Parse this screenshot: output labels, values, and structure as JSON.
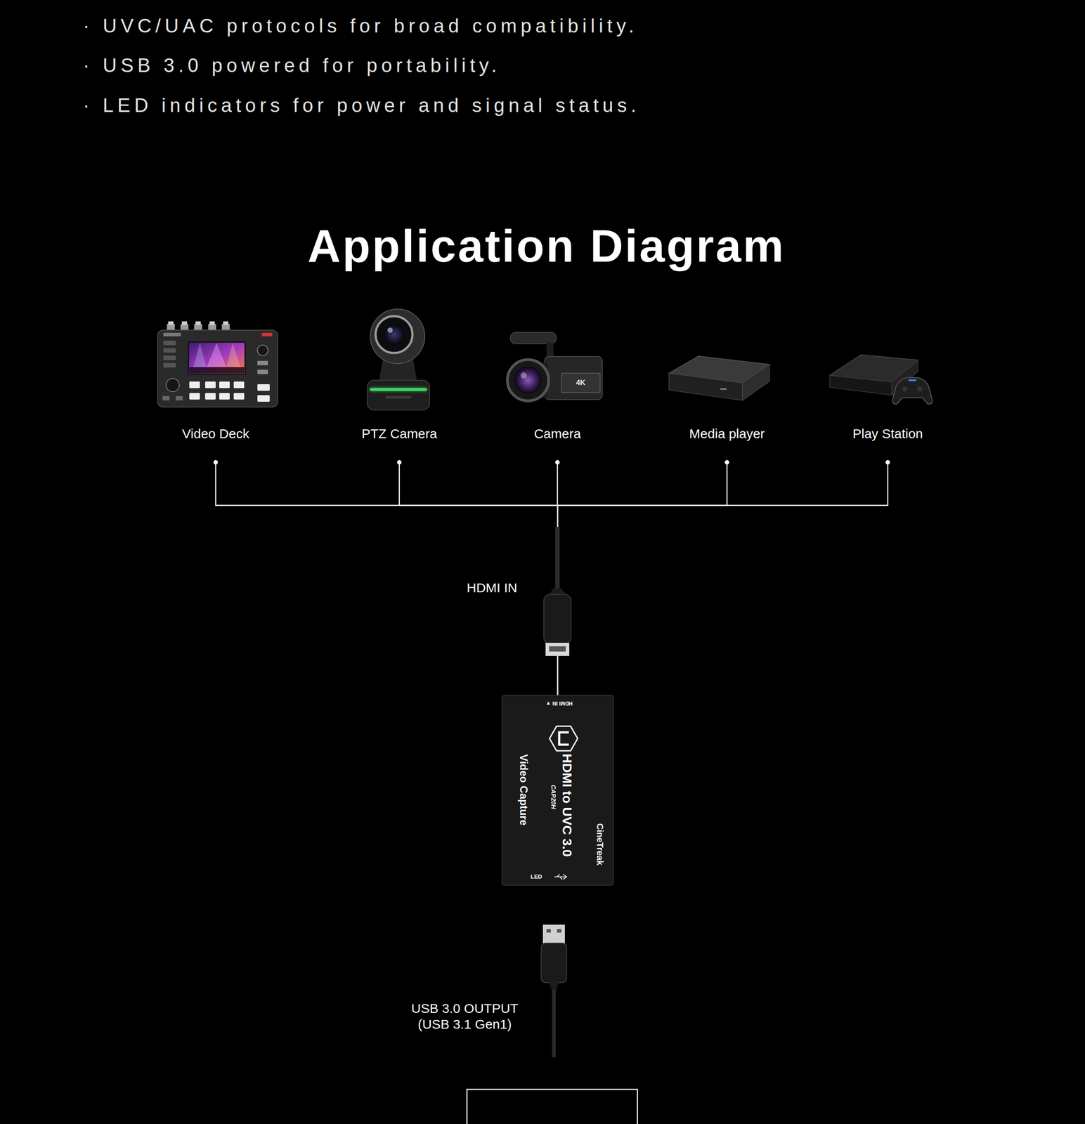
{
  "diagram": {
    "title": "Application Diagram",
    "nodes": [
      {
        "text": [
          "Video Deck"
        ]
      },
      {
        "text": [
          "PTZ Camera"
        ]
      },
      {
        "text": [
          "Camera"
        ]
      },
      {
        "text": [
          "Media player"
        ]
      },
      {
        "text": [
          "Play Station"
        ]
      },
      {
        "text": [
          "HDMI IN ▼",
          "HDMI to UVC 3.0",
          "CAP20H",
          "Video Capture",
          "CineTreak",
          "LED"
        ]
      }
    ],
    "edges": [
      {
        "from": 0,
        "to": 5,
        "arrow": "none"
      },
      {
        "from": 1,
        "to": 5,
        "arrow": "none"
      },
      {
        "from": 2,
        "to": 5,
        "arrow": "none"
      },
      {
        "from": 3,
        "to": 5,
        "arrow": "none"
      },
      {
        "from": 4,
        "to": 5,
        "arrow": "none"
      }
    ],
    "labels": [
      "· UVC/UAC protocols for broad compatibility.",
      "· USB 3.0 powered for portability.",
      "· LED indicators for power and signal status.",
      "4K",
      "HDMI IN",
      "USB 3.0 OUTPUT (USB 3.1 Gen1)"
    ]
  }
}
